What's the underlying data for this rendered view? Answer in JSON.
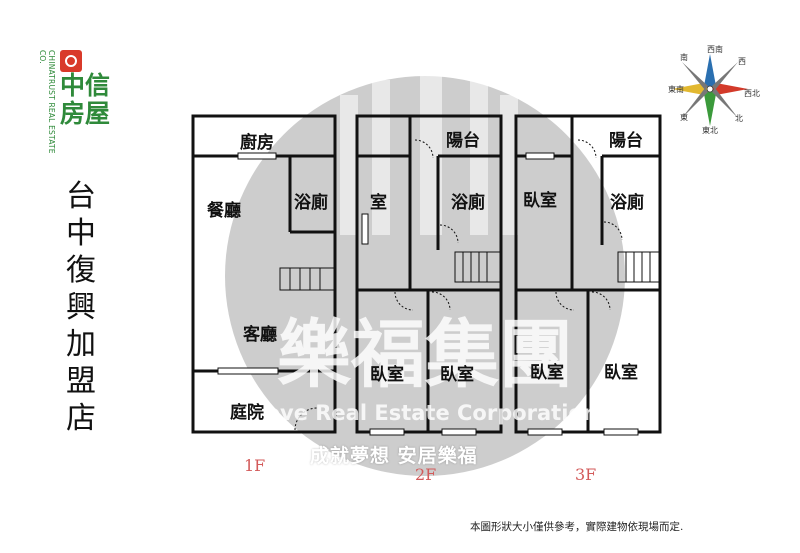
{
  "logo": {
    "english_name": "CHINATRUST REAL ESTATE CO.",
    "chinese_name": "中信房屋",
    "brand_color": "#2f8a3a",
    "mark_color": "#d93a2a"
  },
  "store_name_chars": [
    "台",
    "中",
    "復",
    "興",
    "加",
    "盟",
    "店"
  ],
  "compass": {
    "labels": [
      "南",
      "西南",
      "西",
      "西北",
      "北",
      "東北",
      "東",
      "東南"
    ]
  },
  "floors": [
    {
      "label": "1F",
      "rooms": [
        "廚房",
        "餐廳",
        "浴廁",
        "客廳",
        "庭院"
      ]
    },
    {
      "label": "2F",
      "rooms": [
        "陽台",
        "室",
        "浴廁",
        "臥室",
        "臥室"
      ]
    },
    {
      "label": "3F",
      "rooms": [
        "陽台",
        "臥室",
        "浴廁",
        "臥室",
        "臥室"
      ]
    }
  ],
  "watermark": {
    "group_name": "樂福集團",
    "english": "Love Real Estate Corporation",
    "slogan": "成就夢想 安居樂福",
    "circle_color": "#cfcfcf"
  },
  "disclaimer": "本圖形狀大小僅供參考，實際建物依現場而定."
}
